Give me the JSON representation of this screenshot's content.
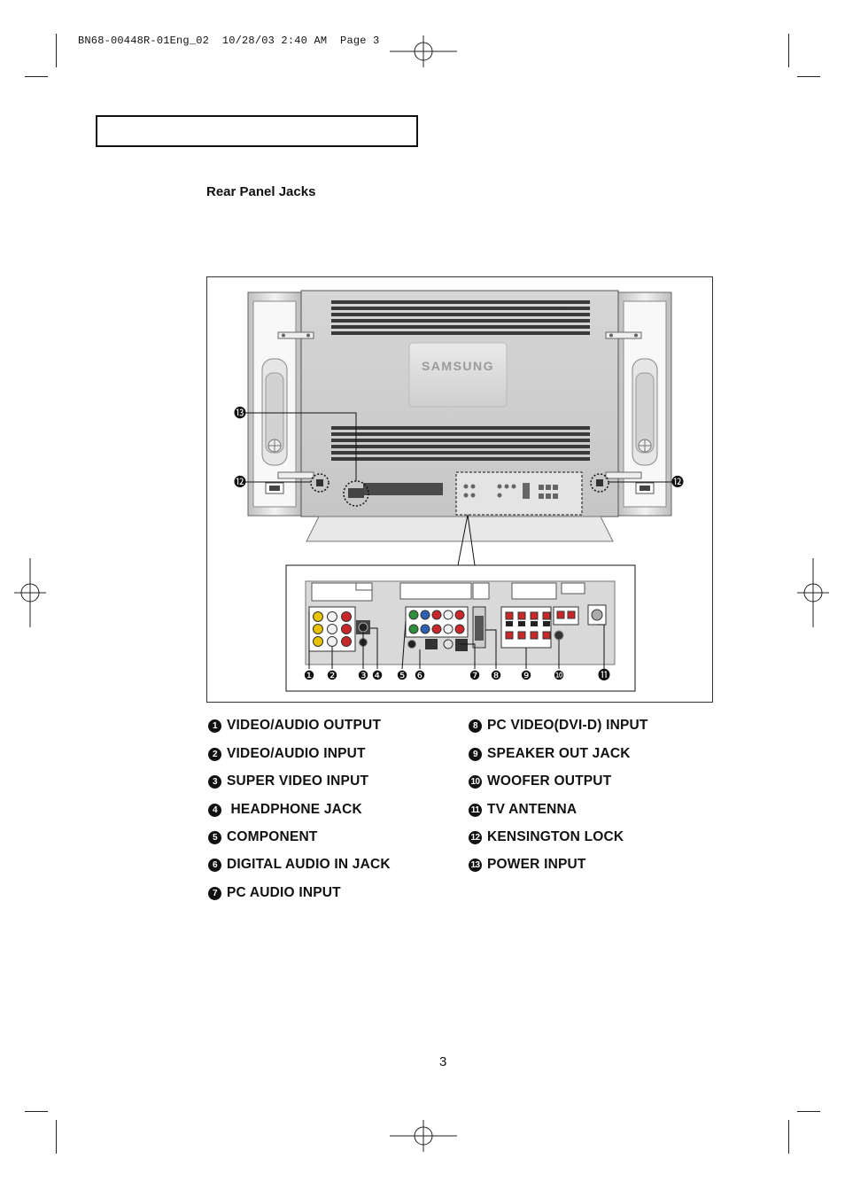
{
  "header": {
    "slug": "BN68-00448R-01Eng_02  10/28/03 2:40 AM  Page 3"
  },
  "section": {
    "title": "Rear Panel Jacks"
  },
  "figure": {
    "brand": "SAMSUNG",
    "callouts": [
      "❶",
      "❷",
      "❸",
      "❹",
      "❺",
      "❻",
      "❼",
      "❽",
      "❾",
      "❿",
      "⓫",
      "⓬",
      "⓭"
    ]
  },
  "legend": {
    "left": [
      {
        "num": "1",
        "label": "VIDEO/AUDIO OUTPUT"
      },
      {
        "num": "2",
        "label": "VIDEO/AUDIO INPUT"
      },
      {
        "num": "3",
        "label": "SUPER VIDEO INPUT"
      },
      {
        "num": "4",
        "label": " HEADPHONE JACK"
      },
      {
        "num": "5",
        "label": "COMPONENT"
      },
      {
        "num": "6",
        "label": "DIGITAL AUDIO IN JACK"
      },
      {
        "num": "7",
        "label": "PC AUDIO INPUT"
      }
    ],
    "right": [
      {
        "num": "8",
        "label": "PC VIDEO(DVI-D) INPUT"
      },
      {
        "num": "9",
        "label": "SPEAKER OUT JACK"
      },
      {
        "num": "10",
        "label": "WOOFER OUTPUT"
      },
      {
        "num": "11",
        "label": "TV ANTENNA"
      },
      {
        "num": "12",
        "label": "KENSINGTON LOCK"
      },
      {
        "num": "13",
        "label": "POWER INPUT"
      }
    ]
  },
  "footer": {
    "page_number": "3"
  },
  "colors": {
    "jack_yellow": "#e6c200",
    "jack_red": "#c8282a",
    "jack_white": "#f2f2f2",
    "jack_green": "#2f8f3a",
    "jack_blue": "#2f5fb0",
    "panel_gray": "#d9d9d9"
  }
}
